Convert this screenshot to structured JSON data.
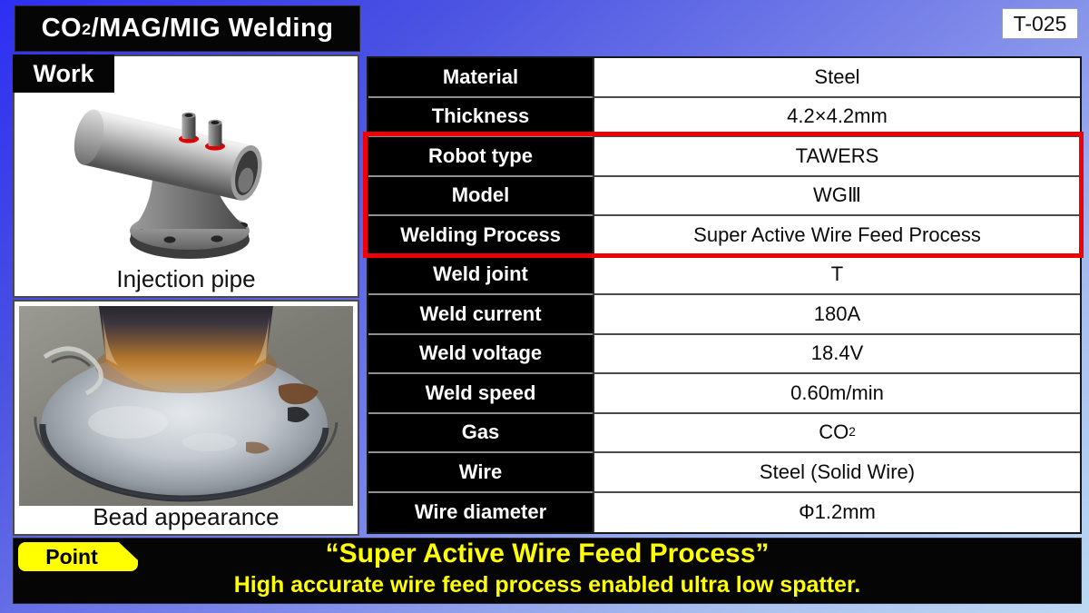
{
  "doc_number": "T-025",
  "title": {
    "prefix": "CO",
    "sub": "2",
    "suffix": "/MAG/MIG Welding"
  },
  "work": {
    "label": "Work",
    "caption": "Injection pipe"
  },
  "bead": {
    "caption": "Bead appearance"
  },
  "table": {
    "rows": [
      {
        "label": "Material",
        "value": "Steel"
      },
      {
        "label": "Thickness",
        "value": "4.2×4.2mm"
      },
      {
        "label": "Robot type",
        "value": "TAWERS"
      },
      {
        "label": "Model",
        "value": "WGⅢ"
      },
      {
        "label": "Welding Process",
        "value": "Super Active Wire Feed Process"
      },
      {
        "label": "Weld joint",
        "value": "T"
      },
      {
        "label": "Weld current",
        "value": "180A"
      },
      {
        "label": "Weld voltage",
        "value": "18.4V"
      },
      {
        "label": "Weld speed",
        "value": "0.60m/min"
      },
      {
        "label": "Gas",
        "value": "CO",
        "value_sub": "2"
      },
      {
        "label": "Wire",
        "value": "Steel (Solid Wire)"
      },
      {
        "label": "Wire diameter",
        "value": "Φ1.2mm"
      }
    ],
    "highlighted_rows": [
      "Robot type",
      "Model",
      "Welding Process"
    ]
  },
  "point": {
    "label": "Point",
    "line1": "“Super Active Wire Feed Process”",
    "line2": "High accurate wire feed process enabled ultra low spatter."
  },
  "colors": {
    "highlight_red": "#ee0008",
    "accent_yellow": "#ffff00",
    "panel_black": "#050505",
    "bg_gradient_top": "#2d2ff2",
    "bg_gradient_bottom": "#bcd8f2"
  }
}
